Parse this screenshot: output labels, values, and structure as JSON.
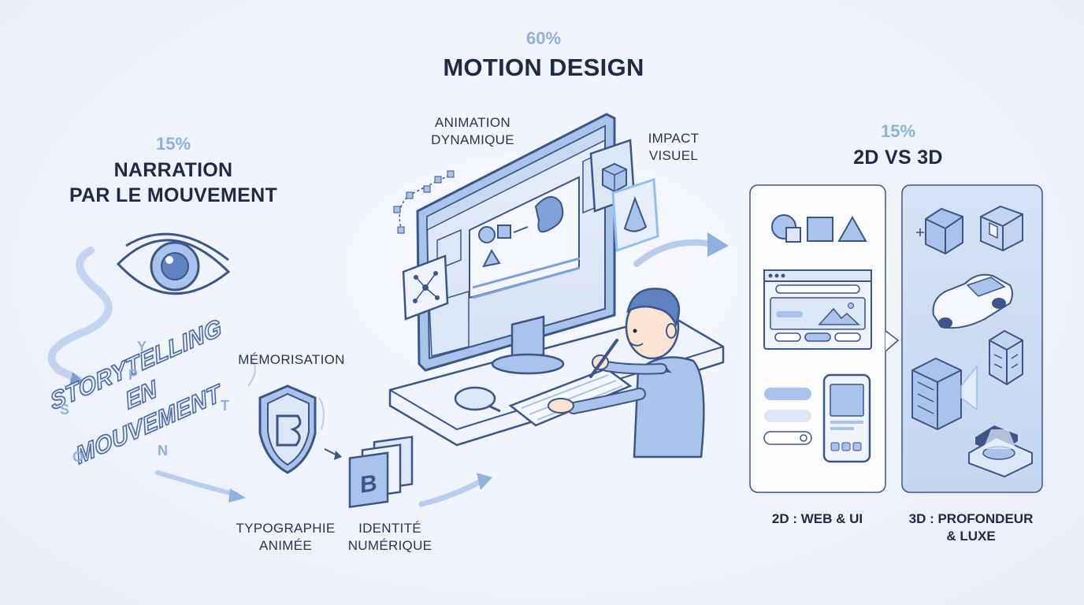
{
  "motion_design": {
    "percent": "60%",
    "title": "MOTION DESIGN"
  },
  "narration": {
    "percent": "15%",
    "title_line1": "NARRATION",
    "title_line2": "PAR LE MOUVEMENT"
  },
  "dimensions": {
    "percent": "15%",
    "title": "2D VS 3D"
  },
  "labels": {
    "animation_line1": "ANIMATION",
    "animation_line2": "DYNAMIQUE",
    "impact_line1": "IMPACT",
    "impact_line2": "VISUEL",
    "memorisation": "MÉMORISATION",
    "typographie_line1": "TYPOGRAPHIE",
    "typographie_line2": "ANIMÉE",
    "identite_line1": "IDENTITÉ",
    "identite_line2": "NUMÉRIQUE"
  },
  "storytelling": {
    "line1": "STORYTELLING",
    "line2": "EN",
    "line3": "MOUVEMENT",
    "letters": [
      "Y",
      "S",
      "P",
      "T",
      "O",
      "N"
    ]
  },
  "captions": {
    "panel_2d": "2D : WEB & UI",
    "panel_3d_line1": "3D : PROFONDEUR",
    "panel_3d_line2": "& LUXE"
  },
  "colors": {
    "accent": "#8fb1de",
    "stroke": "#3d5688",
    "fill_light": "#dbe6f7",
    "fill_mid": "#a9c3ea",
    "text_dark": "#1f2a44"
  },
  "icons": {
    "eye": "eye-icon",
    "shield": "shield-icon",
    "cube": "cube-icon",
    "cone": "cone-icon",
    "network": "network-icon",
    "car": "car-icon",
    "building": "building-icon"
  }
}
